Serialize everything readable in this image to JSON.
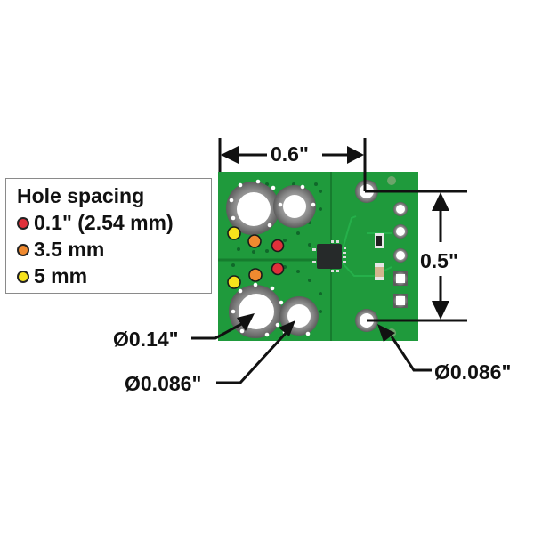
{
  "legend": {
    "title": "Hole spacing",
    "items": [
      {
        "label": "0.1\" (2.54 mm)",
        "color": "#e0303a"
      },
      {
        "label": "3.5 mm",
        "color": "#f08a30"
      },
      {
        "label": "5 mm",
        "color": "#f7e21c"
      }
    ]
  },
  "dimensions": {
    "width": "0.6\"",
    "height": "0.5\"",
    "large_hole": "Ø0.14\"",
    "small_hole_left": "Ø0.086\"",
    "small_hole_right": "Ø0.086\""
  },
  "colors": {
    "pcb": "#1f9a3c",
    "pcb_dark": "#137a2c",
    "annotation": "#111111"
  }
}
